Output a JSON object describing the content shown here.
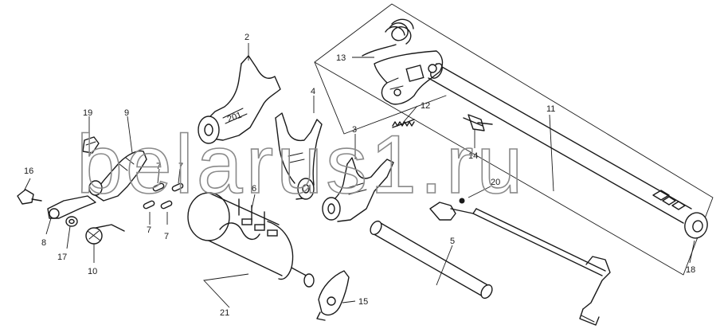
{
  "watermark": "belarus1.ru",
  "callouts": [
    {
      "id": "c2",
      "text": "2"
    },
    {
      "id": "c4",
      "text": "4"
    },
    {
      "id": "c3",
      "text": "3"
    },
    {
      "id": "c6",
      "text": "6"
    },
    {
      "id": "c9",
      "text": "9"
    },
    {
      "id": "c19",
      "text": "19"
    },
    {
      "id": "c16",
      "text": "16"
    },
    {
      "id": "c8",
      "text": "8"
    },
    {
      "id": "c17",
      "text": "17"
    },
    {
      "id": "c10",
      "text": "10"
    },
    {
      "id": "c7a",
      "text": "7"
    },
    {
      "id": "c7b",
      "text": "7"
    },
    {
      "id": "c7c",
      "text": "7"
    },
    {
      "id": "c7d",
      "text": "7"
    },
    {
      "id": "c13",
      "text": "13"
    },
    {
      "id": "c12",
      "text": "12"
    },
    {
      "id": "c11",
      "text": "11"
    },
    {
      "id": "c14",
      "text": "14"
    },
    {
      "id": "c20",
      "text": "20"
    },
    {
      "id": "c5",
      "text": "5"
    },
    {
      "id": "c18",
      "text": "18"
    },
    {
      "id": "c15",
      "text": "15"
    },
    {
      "id": "c21",
      "text": "21"
    }
  ]
}
